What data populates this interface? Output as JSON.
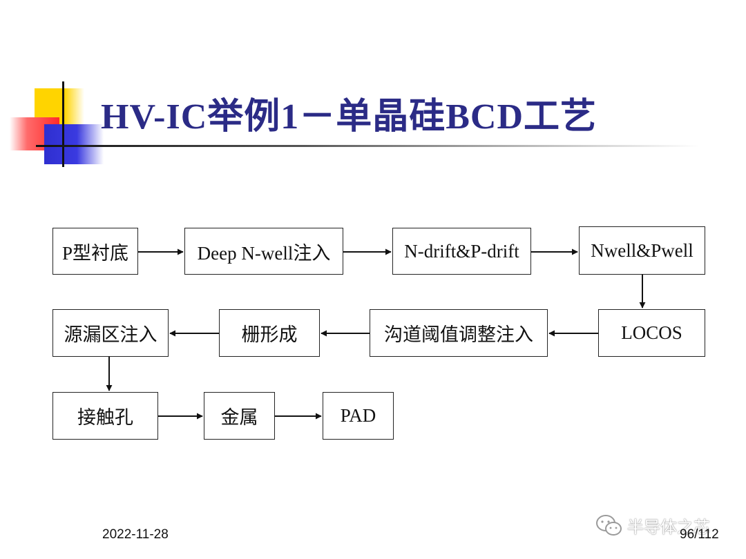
{
  "slide": {
    "title": "HV-IC举例1－单晶硅BCD工艺",
    "date": "2022-11-28",
    "page_number": "96/112",
    "watermark": "半导体之芯"
  },
  "flow": {
    "steps": [
      "P型衬底",
      "Deep N-well注入",
      "N-drift&P-drift",
      "Nwell&Pwell",
      "LOCOS",
      "沟道阈值调整注入",
      "栅形成",
      "源漏区注入",
      "接触孔",
      "金属",
      "PAD"
    ]
  },
  "colors": {
    "title": "#2b2b86",
    "accent_yellow": "#ffd400",
    "accent_red": "#ff2a2a",
    "accent_blue": "#2f2fd0"
  },
  "icons": {
    "watermark": "wechat-icon"
  }
}
